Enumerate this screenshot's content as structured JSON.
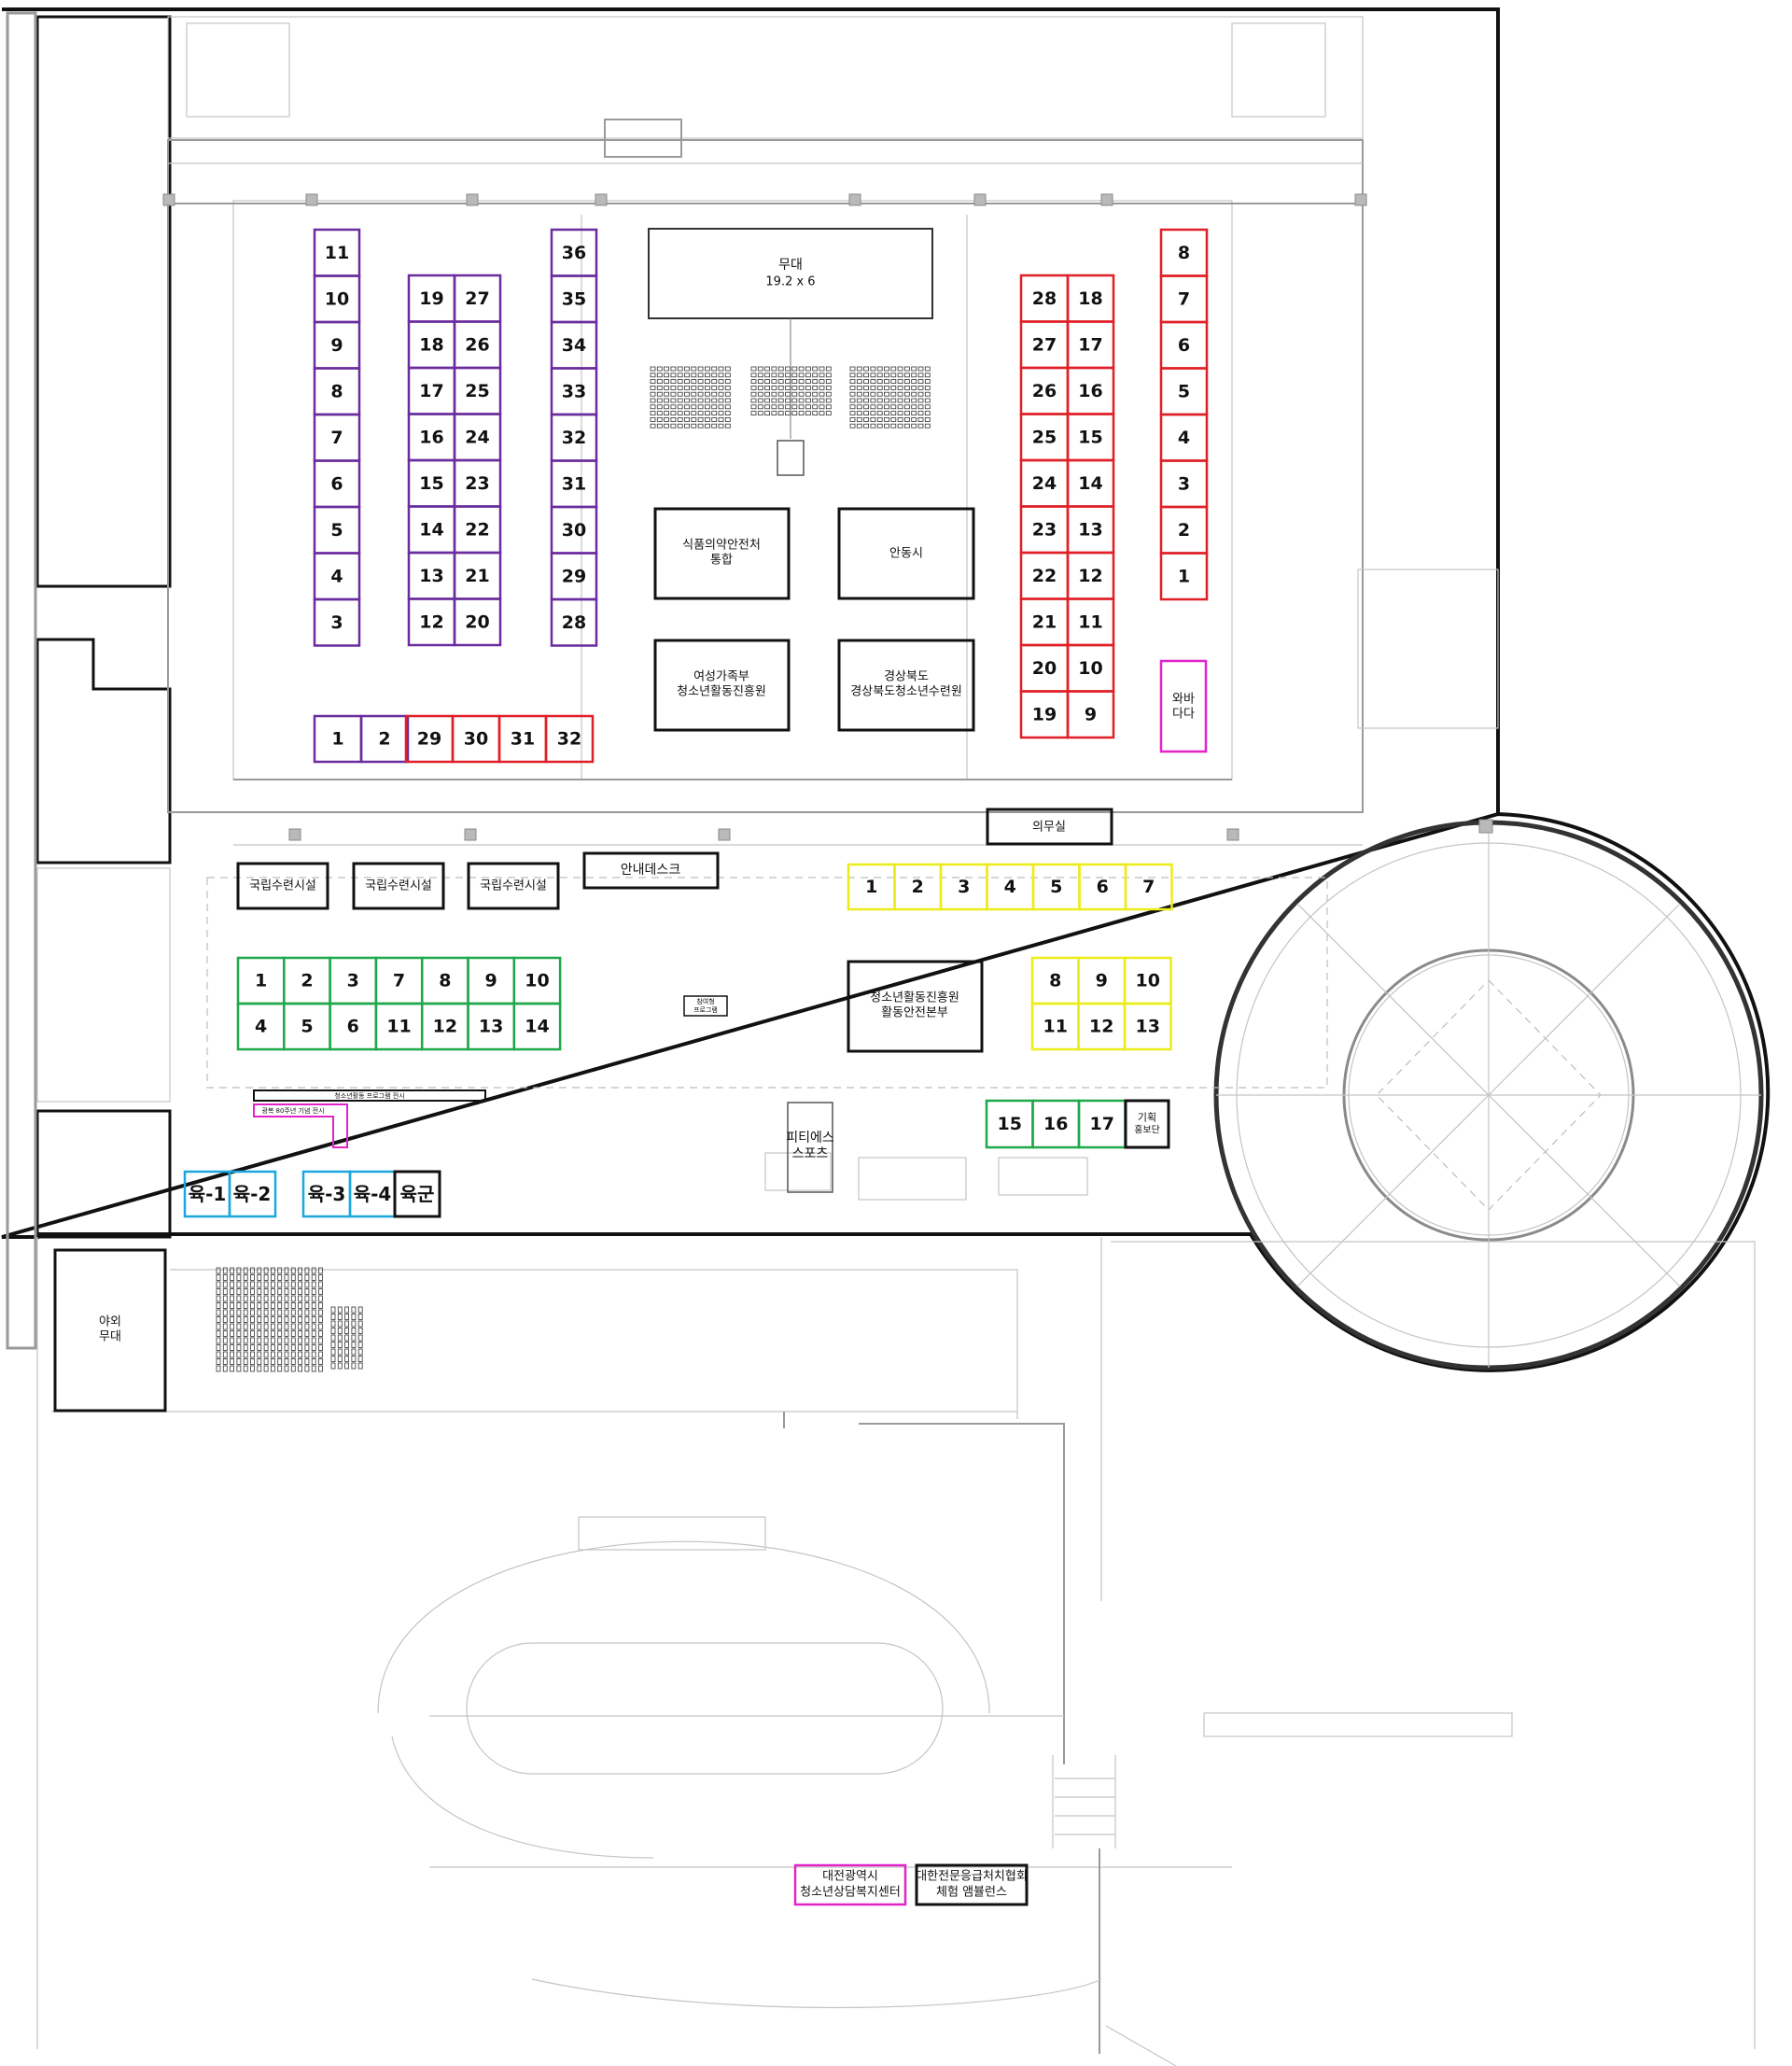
{
  "colors": {
    "purple": "#6a2c9e",
    "red": "#e01f26",
    "green": "#1ea84a",
    "yellow": "#ecec1a",
    "cyan": "#1aa7dd",
    "magenta": "#e223c8",
    "black": "#111111"
  },
  "labels": {
    "stage": "무대",
    "stage_size": "19.2 x 6",
    "food_drug_1": "식품의약안전처",
    "food_drug_2": "통합",
    "andong": "안동시",
    "gender_1": "여성가족부",
    "gender_2": "청소년활동진흥원",
    "gyeongbuk_1": "경상북도",
    "gyeongbuk_2": "경상북도청소년수련원",
    "wabadada_1": "와바",
    "wabadada_2": "다다",
    "infirmary": "의무실",
    "info_desk": "안내데스크",
    "national_1": "국립수련시설",
    "national_2": "국립수련시설",
    "national_3": "국립수련시설",
    "safety_1": "청소년활동진흥원",
    "safety_2": "활동안전본부",
    "small_box_1": "참여형",
    "small_box_2": "프로그램",
    "planning_1": "기획",
    "planning_2": "홍보단",
    "fitness_1": "피티에스",
    "fitness_2": "스포츠",
    "program_bar": "청소년활동 프로그램 전시",
    "anniversary_bar": "광복 80주년 기념 전시",
    "army_1": "육-1",
    "army_2": "육-2",
    "army_3": "육-3",
    "army_4": "육-4",
    "army": "육군",
    "outdoor_stage_1": "야외",
    "outdoor_stage_2": "무대",
    "daejeon_1": "대전광역시",
    "daejeon_2": "청소년상담복지센터",
    "ambulance_1": "대한전문응급처치협회",
    "ambulance_2": "체험 앰뷸런스"
  },
  "booths": {
    "purple_left_col": [
      "11",
      "10",
      "9",
      "8",
      "7",
      "6",
      "5",
      "4",
      "3"
    ],
    "purple_mid_a": [
      "19",
      "18",
      "17",
      "16",
      "15",
      "14",
      "13",
      "12"
    ],
    "purple_mid_b": [
      "27",
      "26",
      "25",
      "24",
      "23",
      "22",
      "21",
      "20"
    ],
    "purple_right_col": [
      "36",
      "35",
      "34",
      "33",
      "32",
      "31",
      "30",
      "29",
      "28"
    ],
    "bottom_row_purple": [
      "1",
      "2"
    ],
    "bottom_row_red": [
      "29",
      "30",
      "31",
      "32"
    ],
    "red_a": [
      "28",
      "27",
      "26",
      "25",
      "24",
      "23",
      "22",
      "21",
      "20",
      "19"
    ],
    "red_b": [
      "18",
      "17",
      "16",
      "15",
      "14",
      "13",
      "12",
      "11",
      "10",
      "9"
    ],
    "red_right_col": [
      "8",
      "7",
      "6",
      "5",
      "4",
      "3",
      "2",
      "1"
    ],
    "yellow_row": [
      "1",
      "2",
      "3",
      "4",
      "5",
      "6",
      "7"
    ],
    "yellow_grid_top": [
      "8",
      "9",
      "10"
    ],
    "yellow_grid_bottom": [
      "11",
      "12",
      "13"
    ],
    "green_top": [
      "1",
      "2",
      "3",
      "7",
      "8",
      "9",
      "10"
    ],
    "green_bottom": [
      "4",
      "5",
      "6",
      "11",
      "12",
      "13",
      "14"
    ],
    "green_right": [
      "15",
      "16",
      "17"
    ]
  }
}
